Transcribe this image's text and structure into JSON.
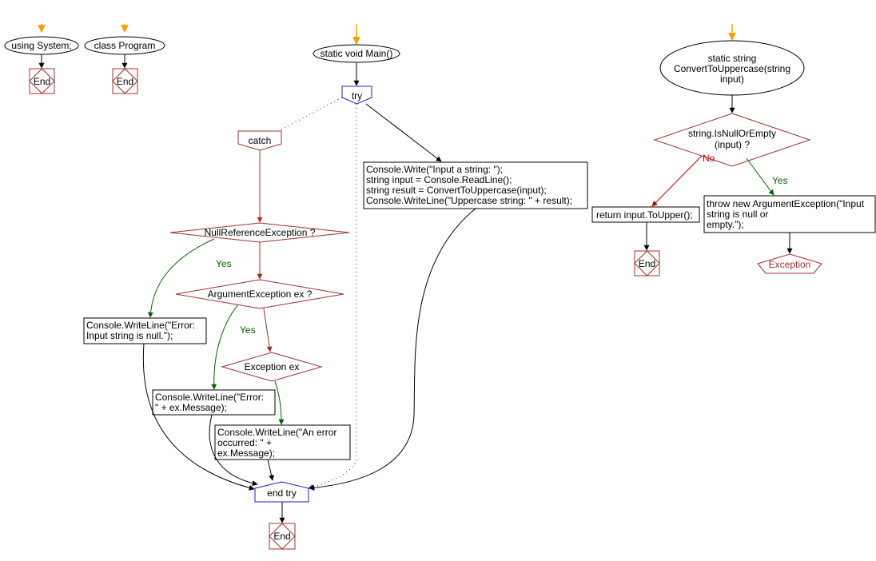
{
  "top_blocks": {
    "using_system": "using System;",
    "class_program": "class Program",
    "main": "static void Main()",
    "convert_line1": "static string",
    "convert_line2": "ConvertToUppercase(string",
    "convert_line3": "input)"
  },
  "main_flow": {
    "try": "try",
    "catch": "catch",
    "try_body": [
      "Console.Write(\"Input a string: \");",
      "string input = Console.ReadLine();",
      "string result = ConvertToUppercase(input);",
      "Console.WriteLine(\"Uppercase string: \" + result);"
    ],
    "null_ref_q": "NullReferenceException ?",
    "null_ref_action": [
      "Console.WriteLine(\"Error:",
      "Input string is null.\");"
    ],
    "arg_exc_q": "ArgumentException ex ?",
    "arg_exc_action": [
      "Console.WriteLine(\"Error:",
      "\" + ex.Message);"
    ],
    "exc_q": "Exception ex",
    "exc_action": [
      "Console.WriteLine(\"An error",
      "occurred: \" +",
      "ex.Message);"
    ],
    "end_try": "end try",
    "yes1": "Yes",
    "yes2": "Yes"
  },
  "convert_flow": {
    "decision_line1": "string.IsNullOrEmpty",
    "decision_line2": "(input) ?",
    "no": "No",
    "yes": "Yes",
    "return": "return input.ToUpper();",
    "throw": [
      "throw new ArgumentException(\"Input",
      "string is null or",
      "empty.\");"
    ],
    "exception": "Exception"
  },
  "end_label": "End",
  "colors": {
    "arrow_entry": "#f5a000",
    "yes_branch": "#006400",
    "no_branch": "#c00000",
    "exception_branch": "#a03030",
    "try_outline": "#2020c0"
  }
}
